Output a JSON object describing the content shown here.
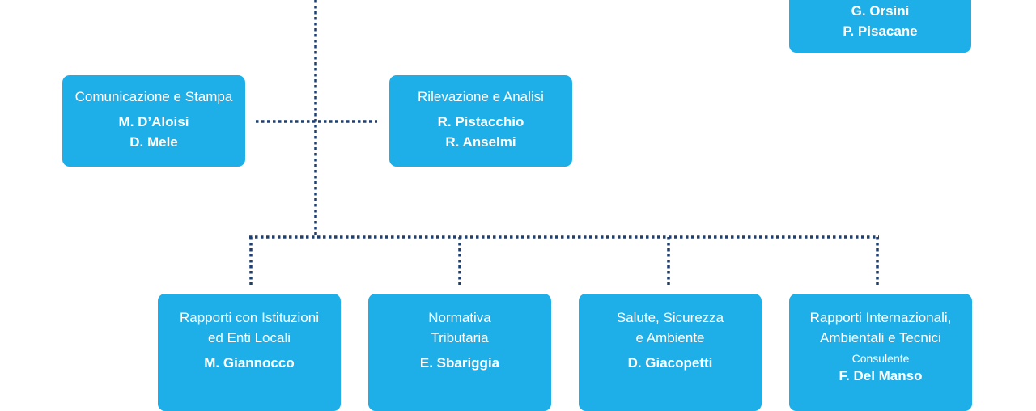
{
  "colors": {
    "box": "#1eaee8",
    "line": "#1f3f6e"
  },
  "top_box": {
    "names": [
      "G. Orsini",
      "P. Pisacane"
    ]
  },
  "middle": [
    {
      "title": "Comunicazione e Stampa",
      "names": [
        "M. D’Aloisi",
        "D. Mele"
      ]
    },
    {
      "title": "Rilevazione e Analisi",
      "names": [
        "R. Pistacchio",
        "R. Anselmi"
      ]
    }
  ],
  "bottom": [
    {
      "title": "Rapporti con Istituzioni\ned Enti Locali",
      "names": [
        "M. Giannocco"
      ]
    },
    {
      "title": "Normativa\nTributaria",
      "names": [
        "E. Sbariggia"
      ]
    },
    {
      "title": "Salute, Sicurezza\ne Ambiente",
      "names": [
        "D. Giacopetti"
      ]
    },
    {
      "title": "Rapporti Internazionali,\nAmbientali e Tecnici",
      "subtitle": "Consulente",
      "names": [
        "F. Del Manso"
      ]
    }
  ]
}
